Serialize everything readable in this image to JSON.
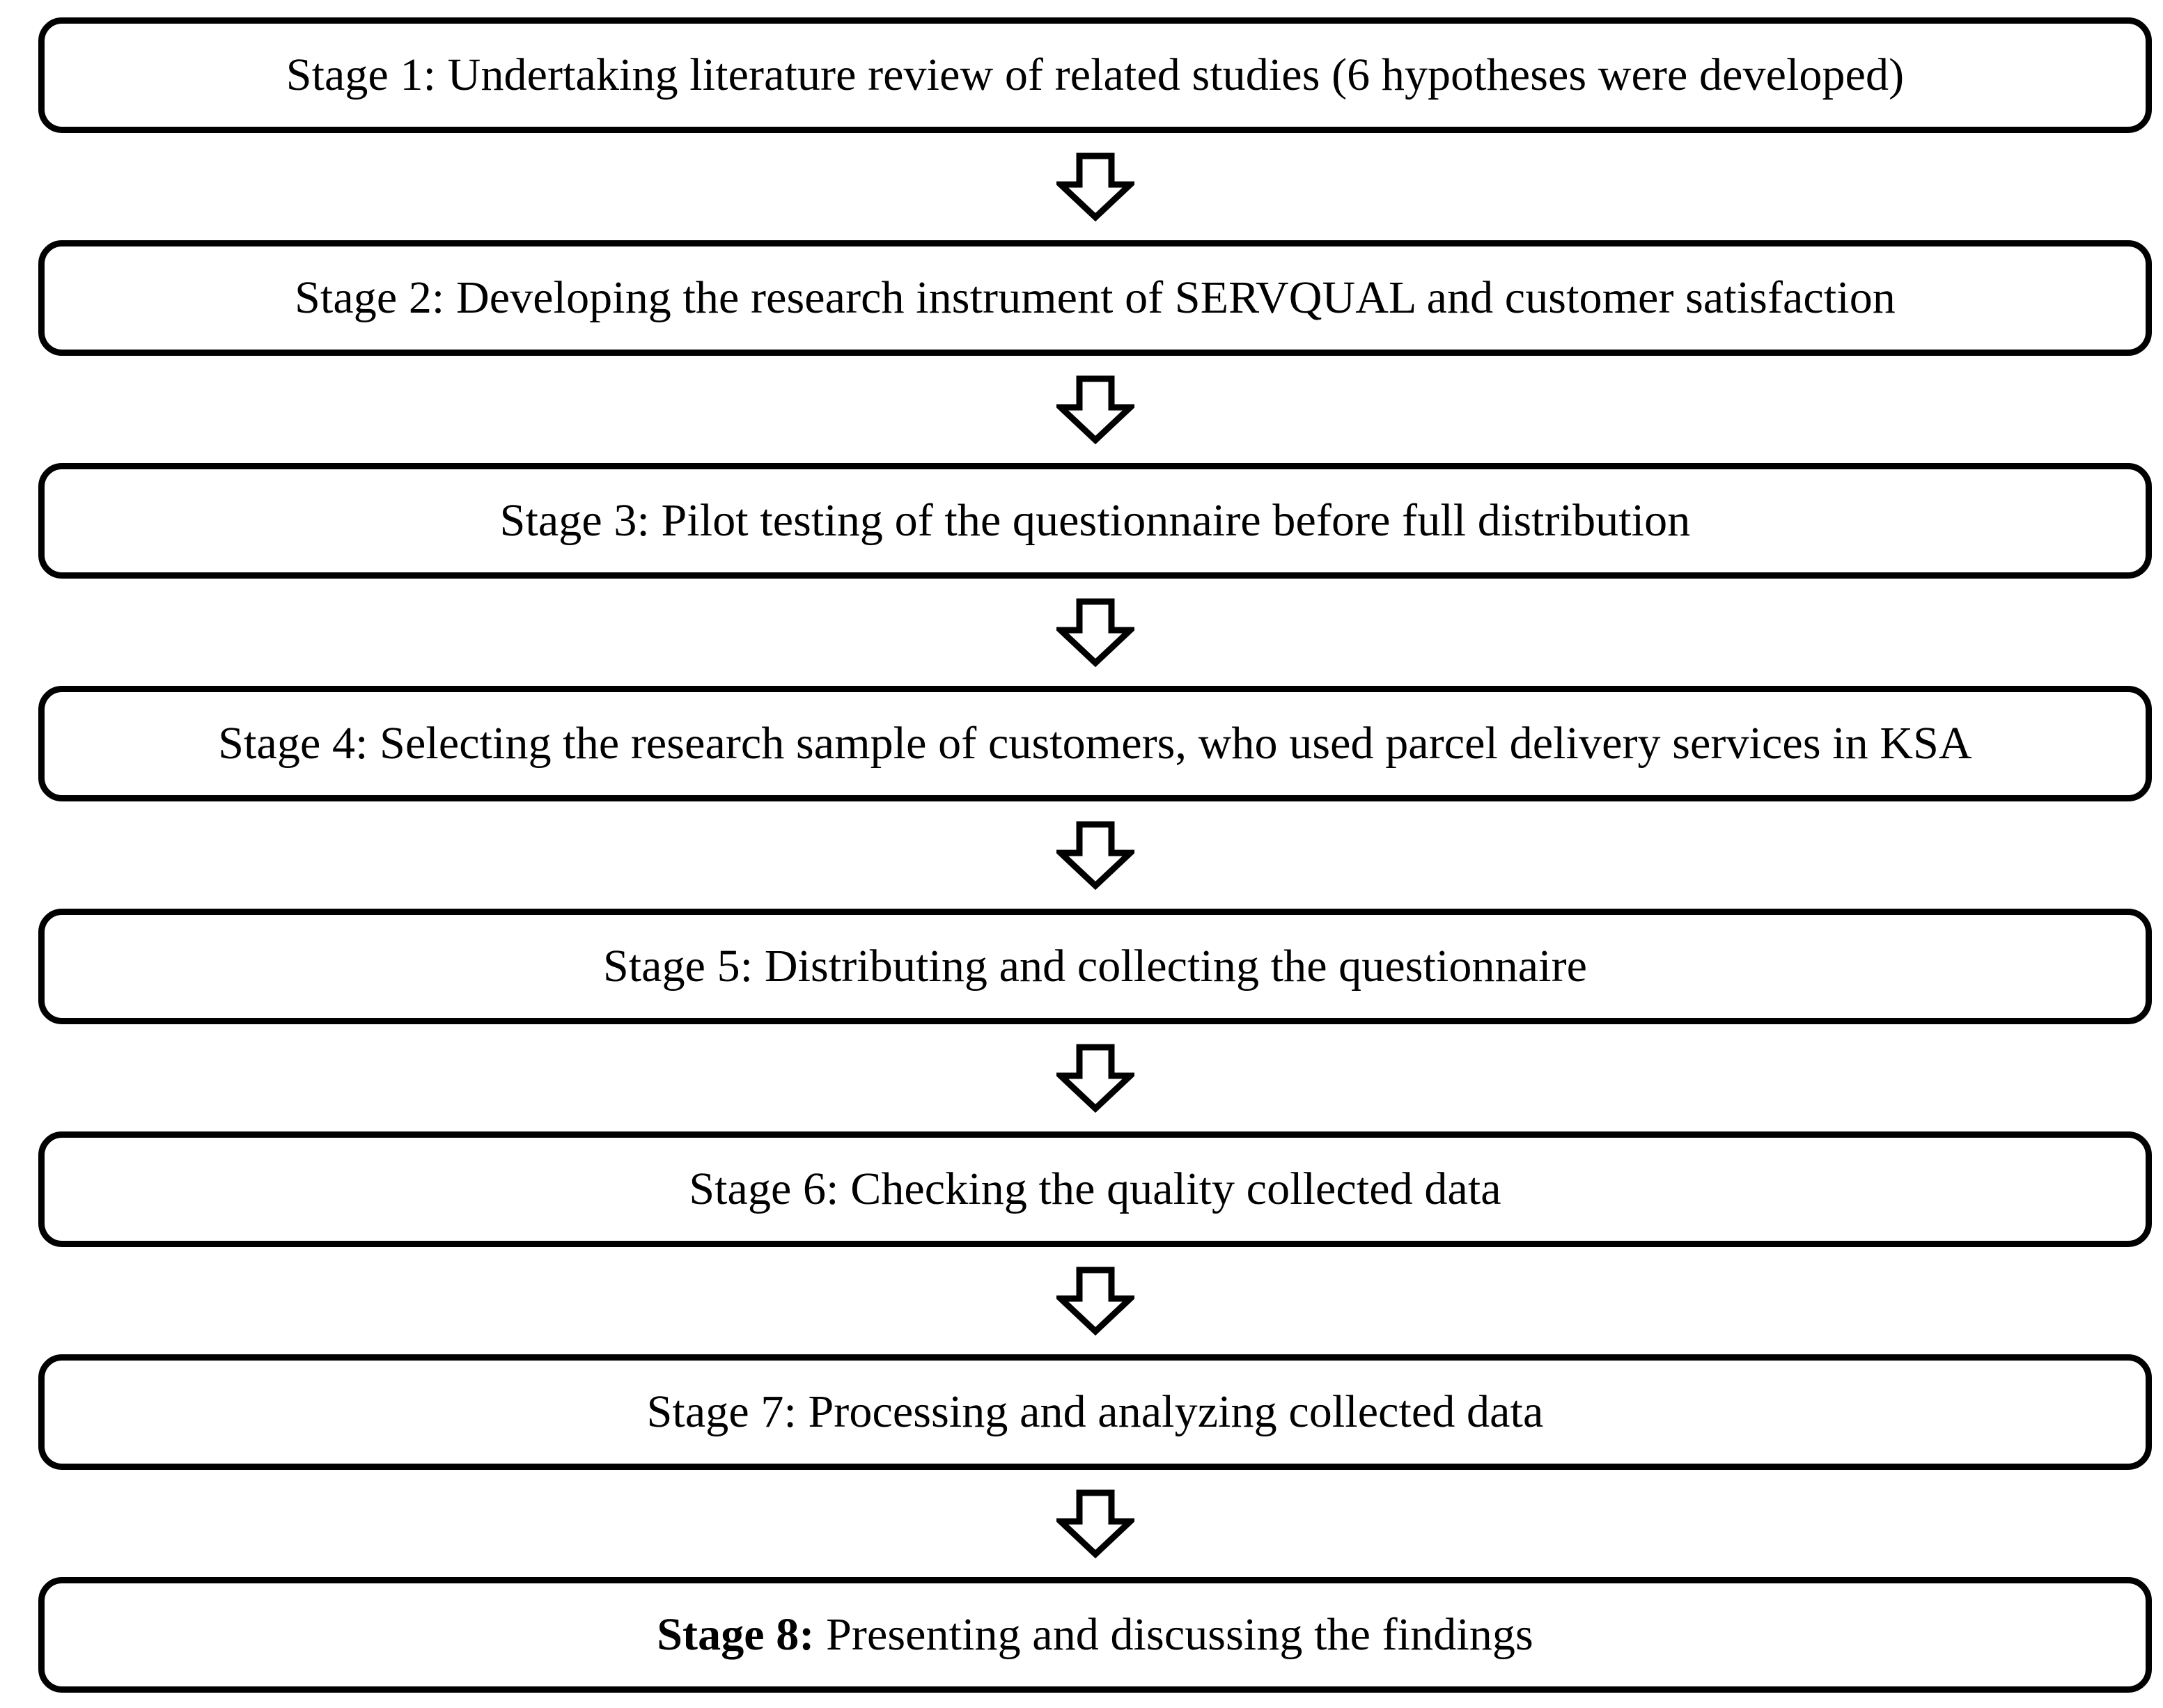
{
  "diagram": {
    "title": "Research methodology stages flowchart",
    "orientation": "vertical-top-down",
    "node_shape": "rounded-rectangle",
    "connector": "hollow-block-down-arrow",
    "colors": {
      "background": "#ffffff",
      "box_fill": "#ffffff",
      "box_border": "#000000",
      "text": "#000000",
      "arrow_fill": "#ffffff",
      "arrow_stroke": "#000000"
    },
    "stages": [
      {
        "id": "stage-1",
        "lead": "Stage 1:",
        "lead_bold": false,
        "body": " Undertaking literature review of related studies (6 hypotheses were developed)",
        "full_text": "Stage 1: Undertaking literature review of related studies (6 hypotheses were developed)"
      },
      {
        "id": "stage-2",
        "lead": "Stage 2:",
        "lead_bold": false,
        "body": " Developing the research instrument of SERVQUAL and customer satisfaction",
        "full_text": "Stage 2: Developing the research instrument of SERVQUAL and customer satisfaction"
      },
      {
        "id": "stage-3",
        "lead": "Stage 3:",
        "lead_bold": false,
        "body": " Pilot testing of the questionnaire before full distribution",
        "full_text": "Stage 3: Pilot testing of the questionnaire before full distribution"
      },
      {
        "id": "stage-4",
        "lead": "Stage 4:",
        "lead_bold": false,
        "body": " Selecting the research sample of customers, who used parcel delivery services in KSA",
        "full_text": "Stage 4: Selecting the research sample of customers, who used parcel delivery services in KSA"
      },
      {
        "id": "stage-5",
        "lead": "Stage 5:",
        "lead_bold": false,
        "body": " Distributing and collecting the questionnaire",
        "full_text": "Stage 5: Distributing and collecting the questionnaire"
      },
      {
        "id": "stage-6",
        "lead": "Stage 6:",
        "lead_bold": false,
        "body": " Checking the quality collected data",
        "full_text": "Stage 6: Checking the quality collected data"
      },
      {
        "id": "stage-7",
        "lead": "Stage 7:",
        "lead_bold": false,
        "body": " Processing and analyzing collected data",
        "full_text": "Stage 7: Processing and analyzing collected data"
      },
      {
        "id": "stage-8",
        "lead": "Stage 8:",
        "lead_bold": true,
        "body": " Presenting and discussing the findings",
        "full_text": "Stage 8: Presenting and discussing the findings"
      }
    ],
    "arrows": [
      {
        "id": "arrow-1-2",
        "icon": "down-arrow-icon",
        "from": "stage-1",
        "to": "stage-2"
      },
      {
        "id": "arrow-2-3",
        "icon": "down-arrow-icon",
        "from": "stage-2",
        "to": "stage-3"
      },
      {
        "id": "arrow-3-4",
        "icon": "down-arrow-icon",
        "from": "stage-3",
        "to": "stage-4"
      },
      {
        "id": "arrow-4-5",
        "icon": "down-arrow-icon",
        "from": "stage-4",
        "to": "stage-5"
      },
      {
        "id": "arrow-5-6",
        "icon": "down-arrow-icon",
        "from": "stage-5",
        "to": "stage-6"
      },
      {
        "id": "arrow-6-7",
        "icon": "down-arrow-icon",
        "from": "stage-6",
        "to": "stage-7"
      },
      {
        "id": "arrow-7-8",
        "icon": "down-arrow-icon",
        "from": "stage-7",
        "to": "stage-8"
      }
    ]
  }
}
